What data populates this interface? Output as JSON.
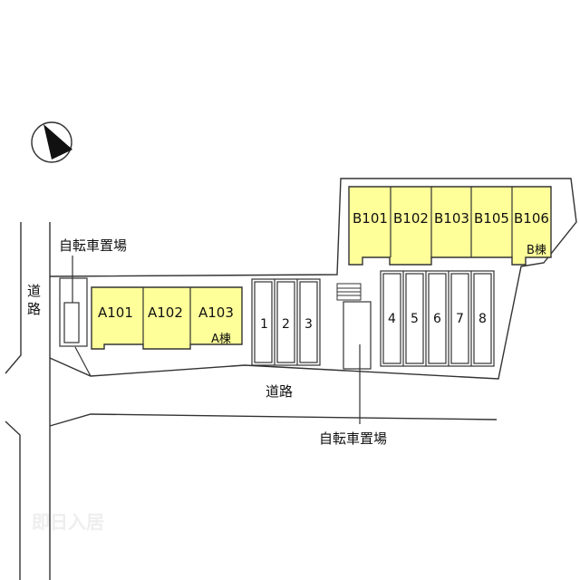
{
  "units_a": [
    "A101",
    "A102",
    "A103"
  ],
  "building_a_label": "A棟",
  "units_b": [
    "B101",
    "B102",
    "B103",
    "B105",
    "B106"
  ],
  "building_b_label": "B棟",
  "parking_left": [
    "1",
    "2",
    "3"
  ],
  "parking_right": [
    "4",
    "5",
    "6",
    "7",
    "8"
  ],
  "labels": {
    "bicycle_parking_top": "自転車置場",
    "bicycle_parking_bottom": "自転車置場",
    "road_left": "道路",
    "road_bottom": "道路"
  },
  "watermark": {
    "main": "即日入居",
    "sub": ""
  },
  "colors": {
    "building_fill": "#ffff9a",
    "outline": "#333333"
  },
  "icons": {
    "north_arrow": "north-arrow-icon",
    "stairs": "stairs-icon"
  }
}
